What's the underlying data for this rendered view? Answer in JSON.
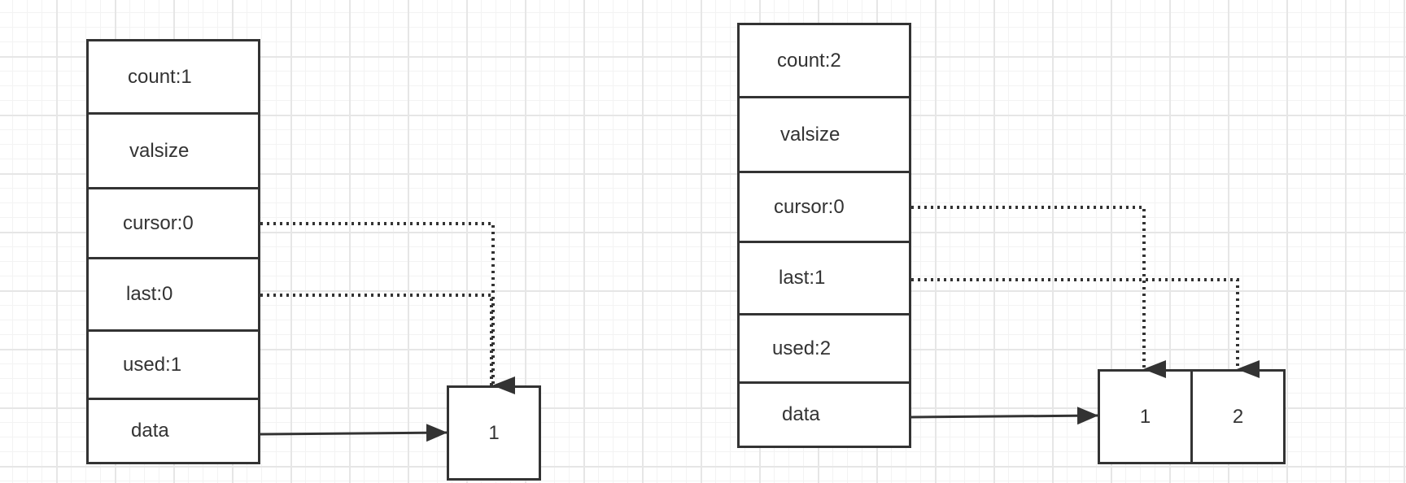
{
  "left": {
    "fields": {
      "count": "count:1",
      "valsize": "valsize",
      "cursor": "cursor:0",
      "last": "last:0",
      "used": "used:1",
      "data": "data"
    },
    "array_values": [
      "1"
    ]
  },
  "right": {
    "fields": {
      "count": "count:2",
      "valsize": "valsize",
      "cursor": "cursor:0",
      "last": "last:1",
      "used": "used:2",
      "data": "data"
    },
    "array_values": [
      "1",
      "2"
    ]
  },
  "colors": {
    "stroke": "#333333",
    "grid": "#e6e6e6"
  }
}
